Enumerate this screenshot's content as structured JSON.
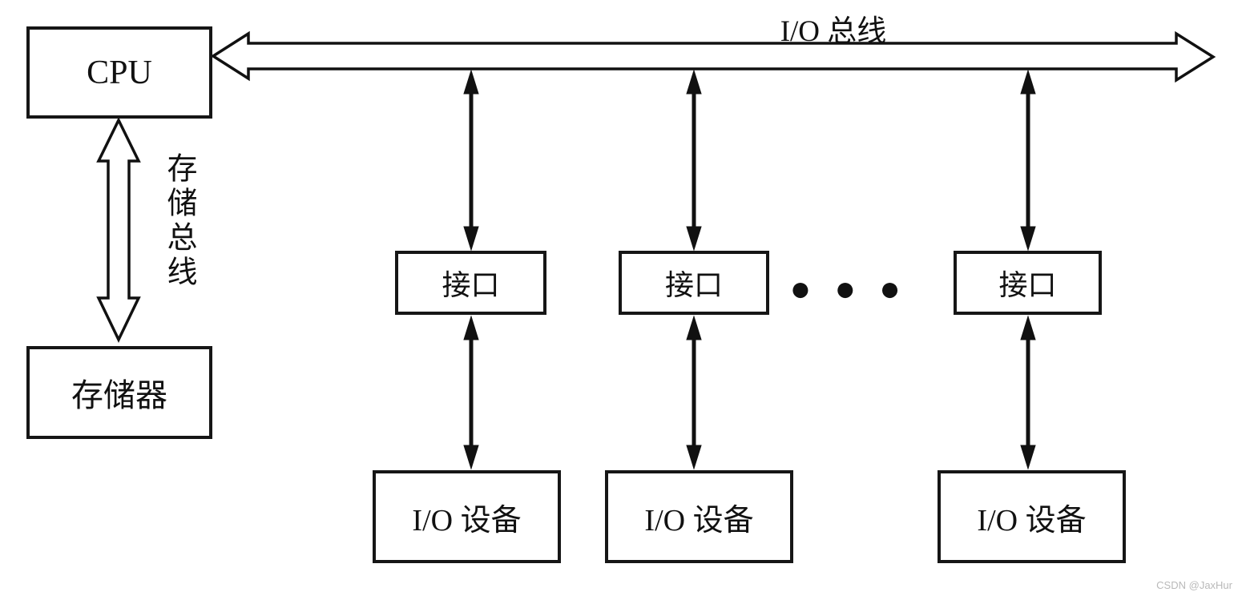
{
  "diagram": {
    "title_none": "",
    "io_bus_label": "I/O 总线",
    "storage_bus_label": "存储总线",
    "cpu_label": "CPU",
    "memory_label": "存储器",
    "interface_labels": [
      "接口",
      "接口",
      "接口"
    ],
    "device_labels": [
      "I/O 设备",
      "I/O 设备",
      "I/O 设备"
    ],
    "ellipsis": "●●●",
    "colors": {
      "line": "#111111",
      "box_border": "#161616",
      "background": "#ffffff",
      "watermark": "#b9b9b9"
    }
  },
  "watermark": "CSDN @JaxHur"
}
